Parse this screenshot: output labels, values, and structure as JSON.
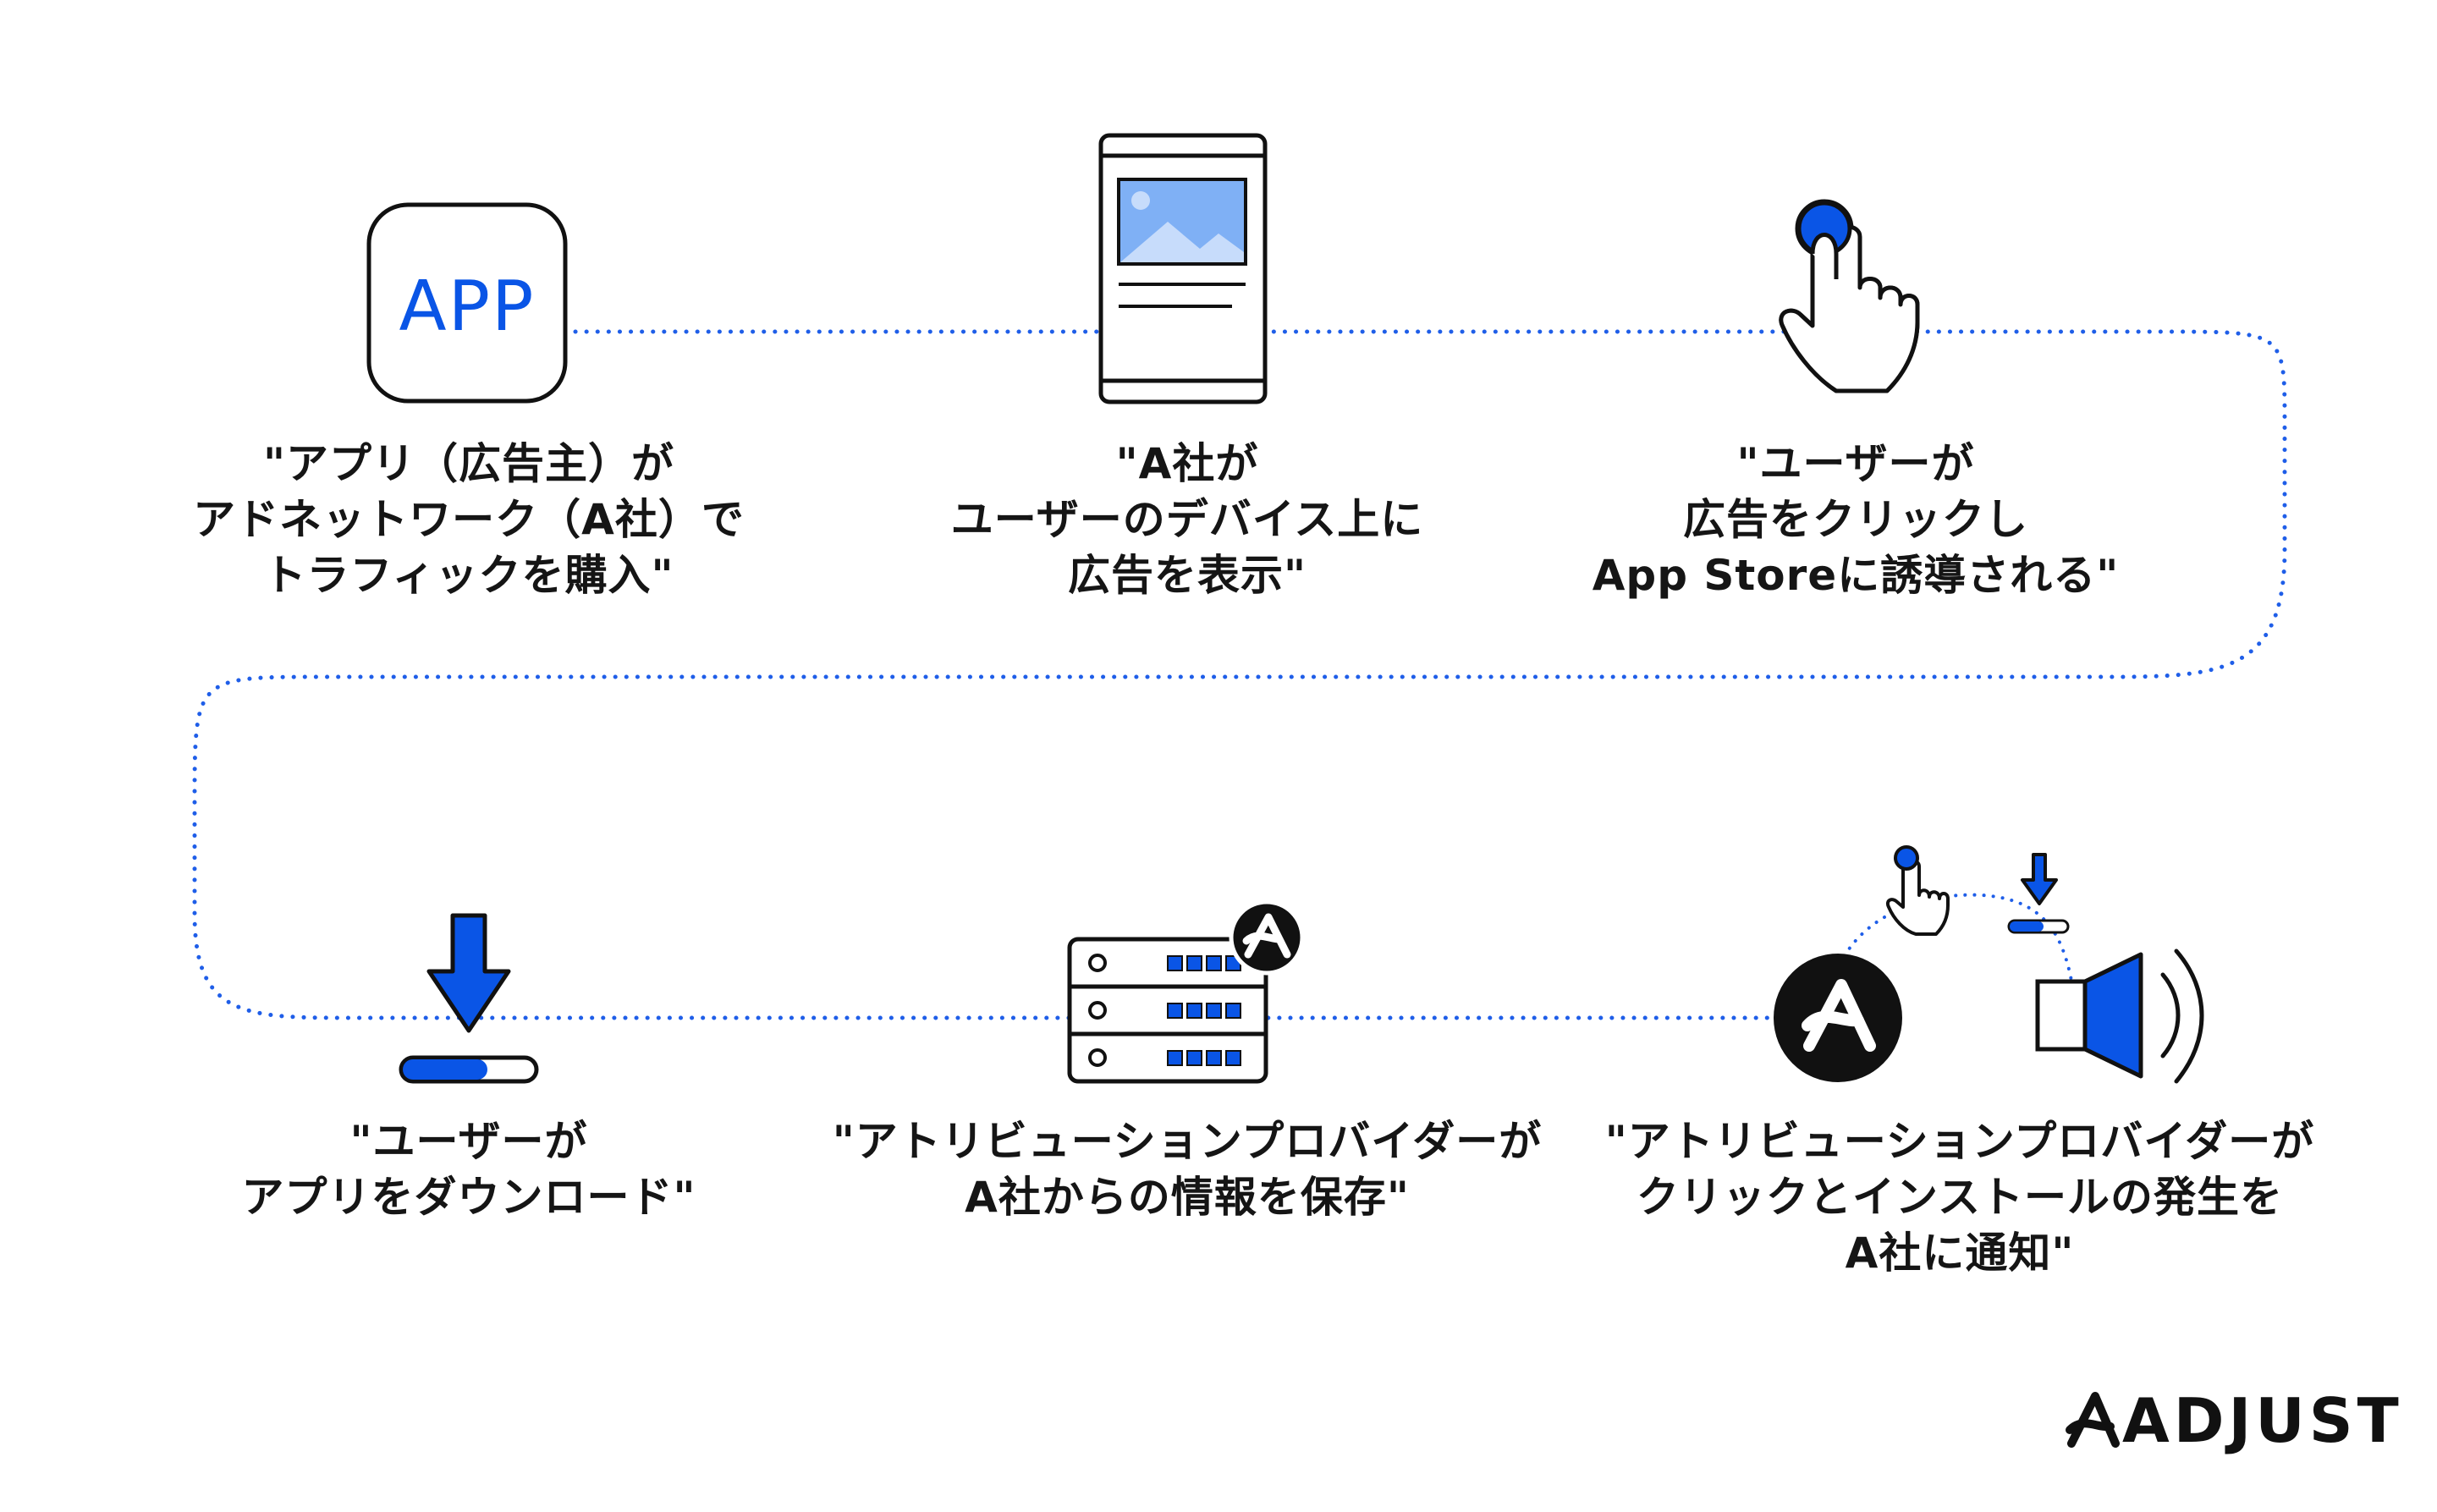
{
  "steps": [
    {
      "id": "buy-traffic",
      "lines": [
        "\"アプリ（広告主）が",
        "アドネットワーク（A社）で",
        "トラフィックを購入\""
      ],
      "icon": "app-icon"
    },
    {
      "id": "show-ad",
      "lines": [
        "\"A社が",
        "ユーザーのデバイス上に",
        "広告を表示\""
      ],
      "icon": "phone-ad-icon"
    },
    {
      "id": "click-ad",
      "lines": [
        "\"ユーザーが",
        "広告をクリックし",
        "App Storeに誘導される\""
      ],
      "icon": "pointer-hand-icon"
    },
    {
      "id": "download-app",
      "lines": [
        "\"ユーザーが",
        "アプリをダウンロード\""
      ],
      "icon": "download-icon"
    },
    {
      "id": "store-info",
      "lines": [
        "\"アトリビューションプロバイダーが",
        "A社からの情報を保存\""
      ],
      "icon": "server-icon"
    },
    {
      "id": "notify",
      "lines": [
        "\"アトリビューションプロバイダーが",
        "クリックとインストールの発生を",
        "A社に通知\""
      ],
      "icon": "notify-icon"
    }
  ],
  "app_icon_text": "APP",
  "brand": "ADJUST",
  "colors": {
    "accent": "#0a55e6",
    "ink": "#111111",
    "path": "#1f5ee8",
    "image_fill": "#7fb0f5"
  }
}
